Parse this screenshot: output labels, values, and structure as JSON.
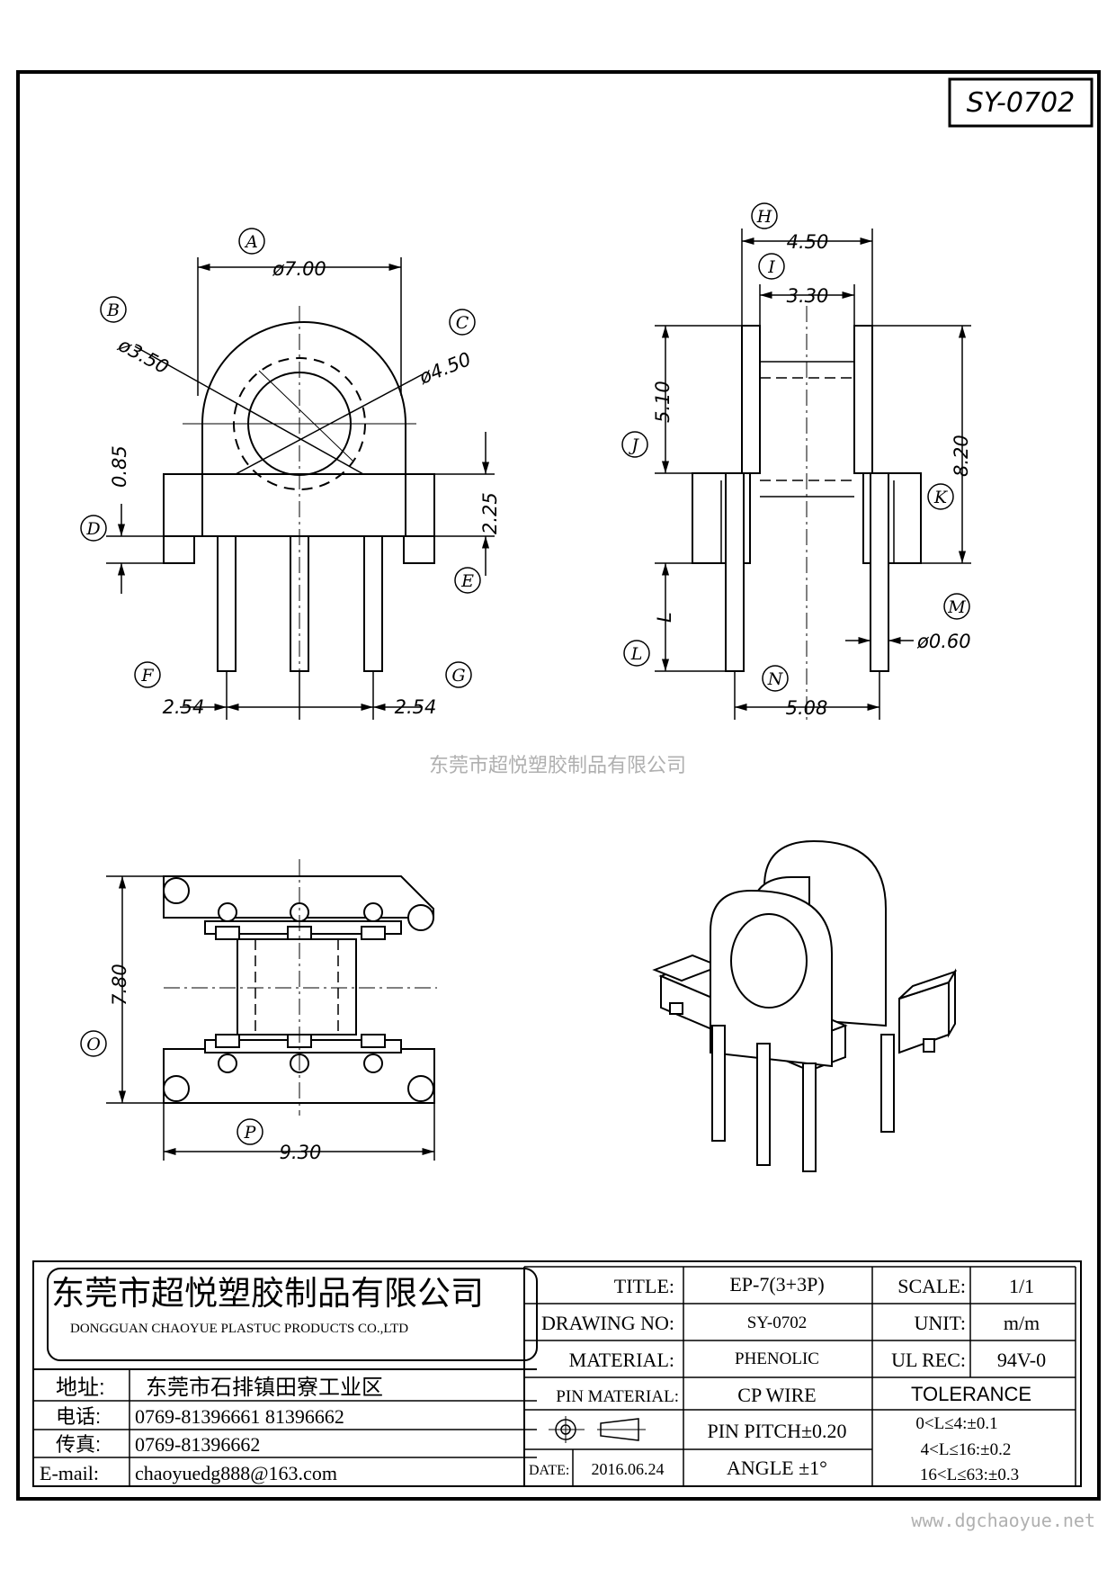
{
  "part_number": "SY-0702",
  "dimensions": {
    "A": "A",
    "B": "B",
    "C": "C",
    "D": "D",
    "E": "E",
    "F": "F",
    "G": "G",
    "H": "H",
    "I": "I",
    "J": "J",
    "K": "K",
    "L": "L",
    "M": "M",
    "N": "N",
    "O": "O",
    "P": "P",
    "dia_outer": "ø7.00",
    "dia_inner": "ø3.50",
    "dia_mid": "ø4.50",
    "d_085": "0.85",
    "d_225": "2.25",
    "pitch_left": "2.54",
    "pitch_right": "2.54",
    "h_450": "4.50",
    "i_330": "3.30",
    "j_510": "5.10",
    "k_820": "8.20",
    "l_text": "L",
    "m_060": "ø0.60",
    "n_508": "5.08",
    "o_780": "7.80",
    "p_930": "9.30"
  },
  "watermark_center": "东莞市超悦塑胶制品有限公司",
  "watermark_url": "www.dgchaoyue.net",
  "title_block": {
    "company_cn": "东莞市超悦塑胶制品有限公司",
    "company_en": "DONGGUAN CHAOYUE PLASTUC PRODUCTS CO.,LTD",
    "address_label": "地址:",
    "address_value": "东莞市石排镇田寮工业区",
    "phone_label": "电话:",
    "phone_value": "0769-81396661   81396662",
    "fax_label": "传真:",
    "fax_value": "0769-81396662",
    "email_label": "E-mail:",
    "email_value": "chaoyuedg888@163.com",
    "title_label": "TITLE:",
    "title_value": "EP-7(3+3P)",
    "drawing_no_label": "DRAWING NO:",
    "drawing_no_value": "SY-0702",
    "material_label": "MATERIAL:",
    "material_value": "PHENOLIC",
    "pin_material_label": "PIN MATERIAL:",
    "pin_material_value": "CP WIRE",
    "pin_pitch": "PIN PITCH±0.20",
    "date_label": "DATE:",
    "date_value": "2016.06.24",
    "angle": "ANGLE  ±1°",
    "scale_label": "SCALE:",
    "scale_value": "1/1",
    "unit_label": "UNIT:",
    "unit_value": "m/m",
    "ul_label": "UL REC:",
    "ul_value": "94V-0",
    "tolerance_label": "TOLERANCE",
    "tol_1": "0<L≤4:±0.1",
    "tol_2": "4<L≤16:±0.2",
    "tol_3": "16<L≤63:±0.3"
  }
}
